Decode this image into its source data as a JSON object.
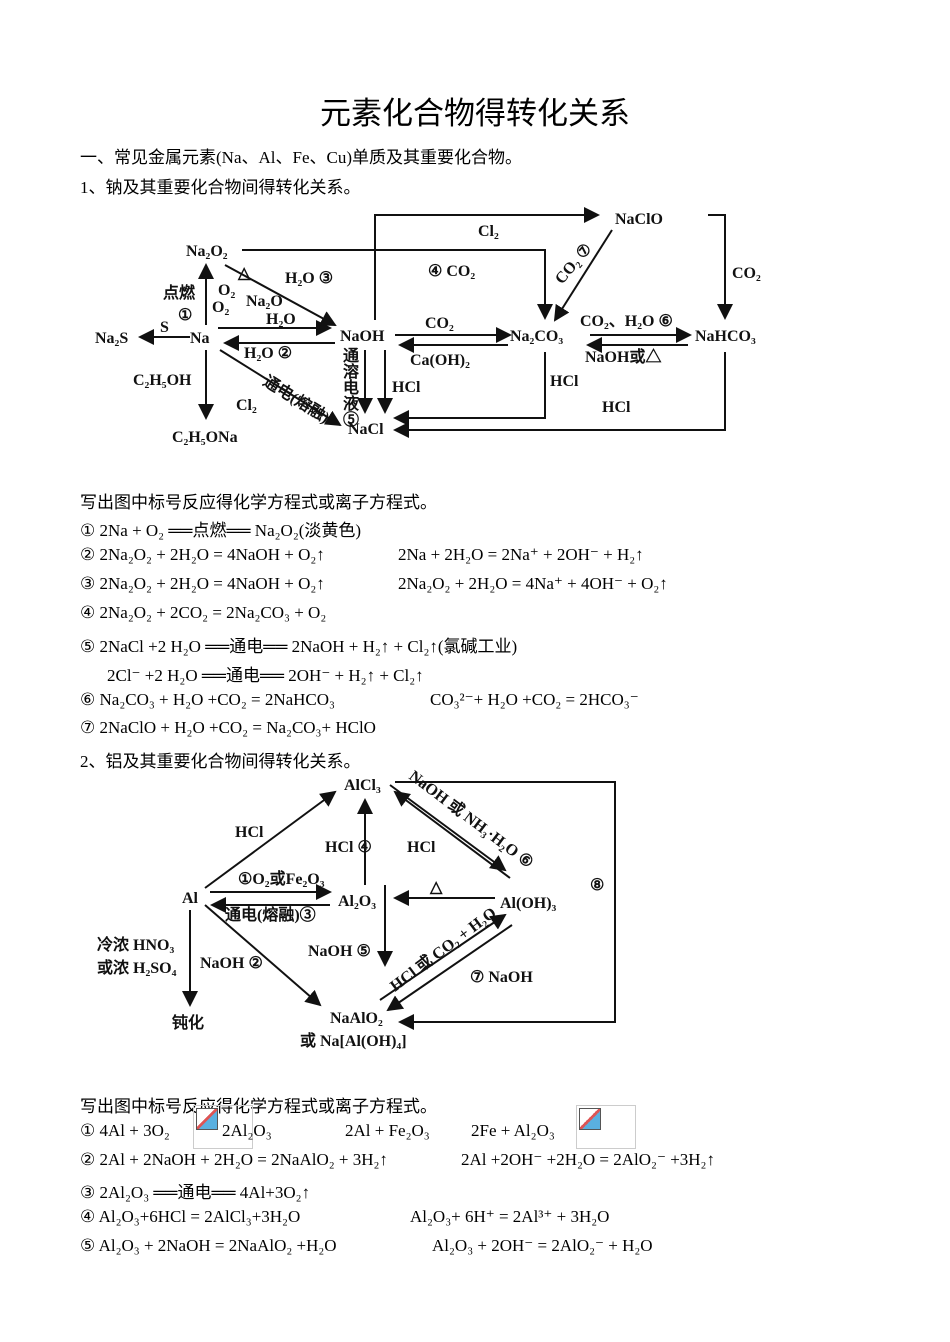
{
  "title": "元素化合物得转化关系",
  "section1": "一、常见金属元素(Na、Al、Fe、Cu)单质及其重要化合物。",
  "sub1": "1、钠及其重要化合物间得转化关系。",
  "diagram1": {
    "Na2O2": "Na₂O₂",
    "Na": "Na",
    "Na2S": "Na₂S",
    "S": "S",
    "NaOH": "NaOH",
    "Na2CO3": "Na₂CO₃",
    "NaClO": "NaClO",
    "NaHCO3": "NaHCO₃",
    "NaCl": "NaCl",
    "C2H5OH": "C₂H₅OH",
    "C2H5ONa": "C₂H₅ONa",
    "dianran": "点燃",
    "c1": "①",
    "O2a": "O₂",
    "O2b": "O₂",
    "delta": "△",
    "Na2O": "Na₂O",
    "H2O3": "H₂O ③",
    "H2Oa": "H₂O",
    "H2O2": "H₂O ②",
    "tongdian": "通电(熔融)",
    "Cl2a": "Cl₂",
    "Cl2top": "Cl₂",
    "CO2_4": "④ CO₂",
    "CO2_7": "CO₂ ⑦",
    "CO2mid": "CO₂",
    "CaOH2": "Ca(OH)₂",
    "CO2H2O6": "CO₂、H₂O ⑥",
    "NaOHdelta": "NaOH或△",
    "CO2right": "CO₂",
    "elec": "通溶电液⑤",
    "HCl1": "HCl",
    "HCl2": "HCl",
    "HCl3": "HCl"
  },
  "instr1": "写出图中标号反应得化学方程式或离子方程式。",
  "eqs1": [
    {
      "n": "①",
      "a": "2Na + O₂ ══点燃══ Na₂O₂(淡黄色)",
      "b": ""
    },
    {
      "n": "②",
      "a": "2Na₂O₂ + 2H₂O = 4NaOH + O₂↑",
      "b": "2Na + 2H₂O = 2Na⁺ + 2OH⁻ + H₂↑"
    },
    {
      "n": "③",
      "a": "2Na₂O₂ + 2H₂O = 4NaOH + O₂↑",
      "b": "2Na₂O₂ + 2H₂O = 4Na⁺ + 4OH⁻ + O₂↑"
    },
    {
      "n": "④",
      "a": "2Na₂O₂ + 2CO₂ = 2Na₂CO₃ + O₂",
      "b": ""
    },
    {
      "n": "⑤",
      "a": "2NaCl +2 H₂O ══通电══ 2NaOH + H₂↑ + Cl₂↑(氯碱工业)",
      "b": ""
    },
    {
      "n": "",
      "a": "2Cl⁻ +2 H₂O ══通电══ 2OH⁻ + H₂↑ + Cl₂↑",
      "b": ""
    },
    {
      "n": "⑥",
      "a": "Na₂CO₃ + H₂O +CO₂ = 2NaHCO₃",
      "b": "CO₃²⁻+ H₂O +CO₂ = 2HCO₃⁻"
    },
    {
      "n": "⑦",
      "a": "2NaClO + H₂O +CO₂ = Na₂CO₃+ HClO",
      "b": ""
    }
  ],
  "sub2": "2、铝及其重要化合物间得转化关系。",
  "diagram2": {
    "AlCl3": "AlCl₃",
    "Al": "Al",
    "Al2O3": "Al₂O₃",
    "AlOH3": "Al(OH)₃",
    "NaAlO2": "NaAlO₂",
    "NaAlOH4": "或 Na[Al(OH)₄]",
    "dunhua": "钝化",
    "hno3": "冷浓 HNO₃",
    "h2so4": "或浓 H₂SO₄",
    "HClL": "HCl",
    "HCl4": "HCl ④",
    "HClR": "HCl",
    "c1": "①O₂或Fe₂O₃",
    "c3": "通电(熔融)③",
    "delta": "△",
    "NaOH2": "NaOH ②",
    "NaOH5": "NaOH ⑤",
    "c6": "NaOH 或 NH₃·H₂O ⑥",
    "c6n": "",
    "HClCO2": "HCl 或 CO₂ + H₂O",
    "NaOH7": "⑦ NaOH",
    "c8": "⑧"
  },
  "instr2": "写出图中标号反应得化学方程式或离子方程式。",
  "eqs2": [
    {
      "n": "①",
      "a": "4Al + 3O₂",
      "a2": "2Al₂O₃",
      "b": "2Al + Fe₂O₃",
      "b2": "2Fe + Al₂O₃"
    },
    {
      "n": "②",
      "a": "2Al + 2NaOH + 2H₂O = 2NaAlO₂ + 3H₂↑",
      "b": "2Al +2OH⁻ +2H₂O = 2AlO₂⁻ +3H₂↑"
    },
    {
      "n": "③",
      "a": "2Al₂O₃ ══通电══ 4Al+3O₂↑",
      "b": ""
    },
    {
      "n": "④",
      "a": "Al₂O₃+6HCl = 2AlCl₃+3H₂O",
      "b": "Al₂O₃+ 6H⁺ = 2Al³⁺ + 3H₂O"
    },
    {
      "n": "⑤",
      "a": "Al₂O₃ + 2NaOH = 2NaAlO₂ +H₂O",
      "b": "Al₂O₃ + 2OH⁻ = 2AlO₂⁻  + H₂O"
    }
  ]
}
